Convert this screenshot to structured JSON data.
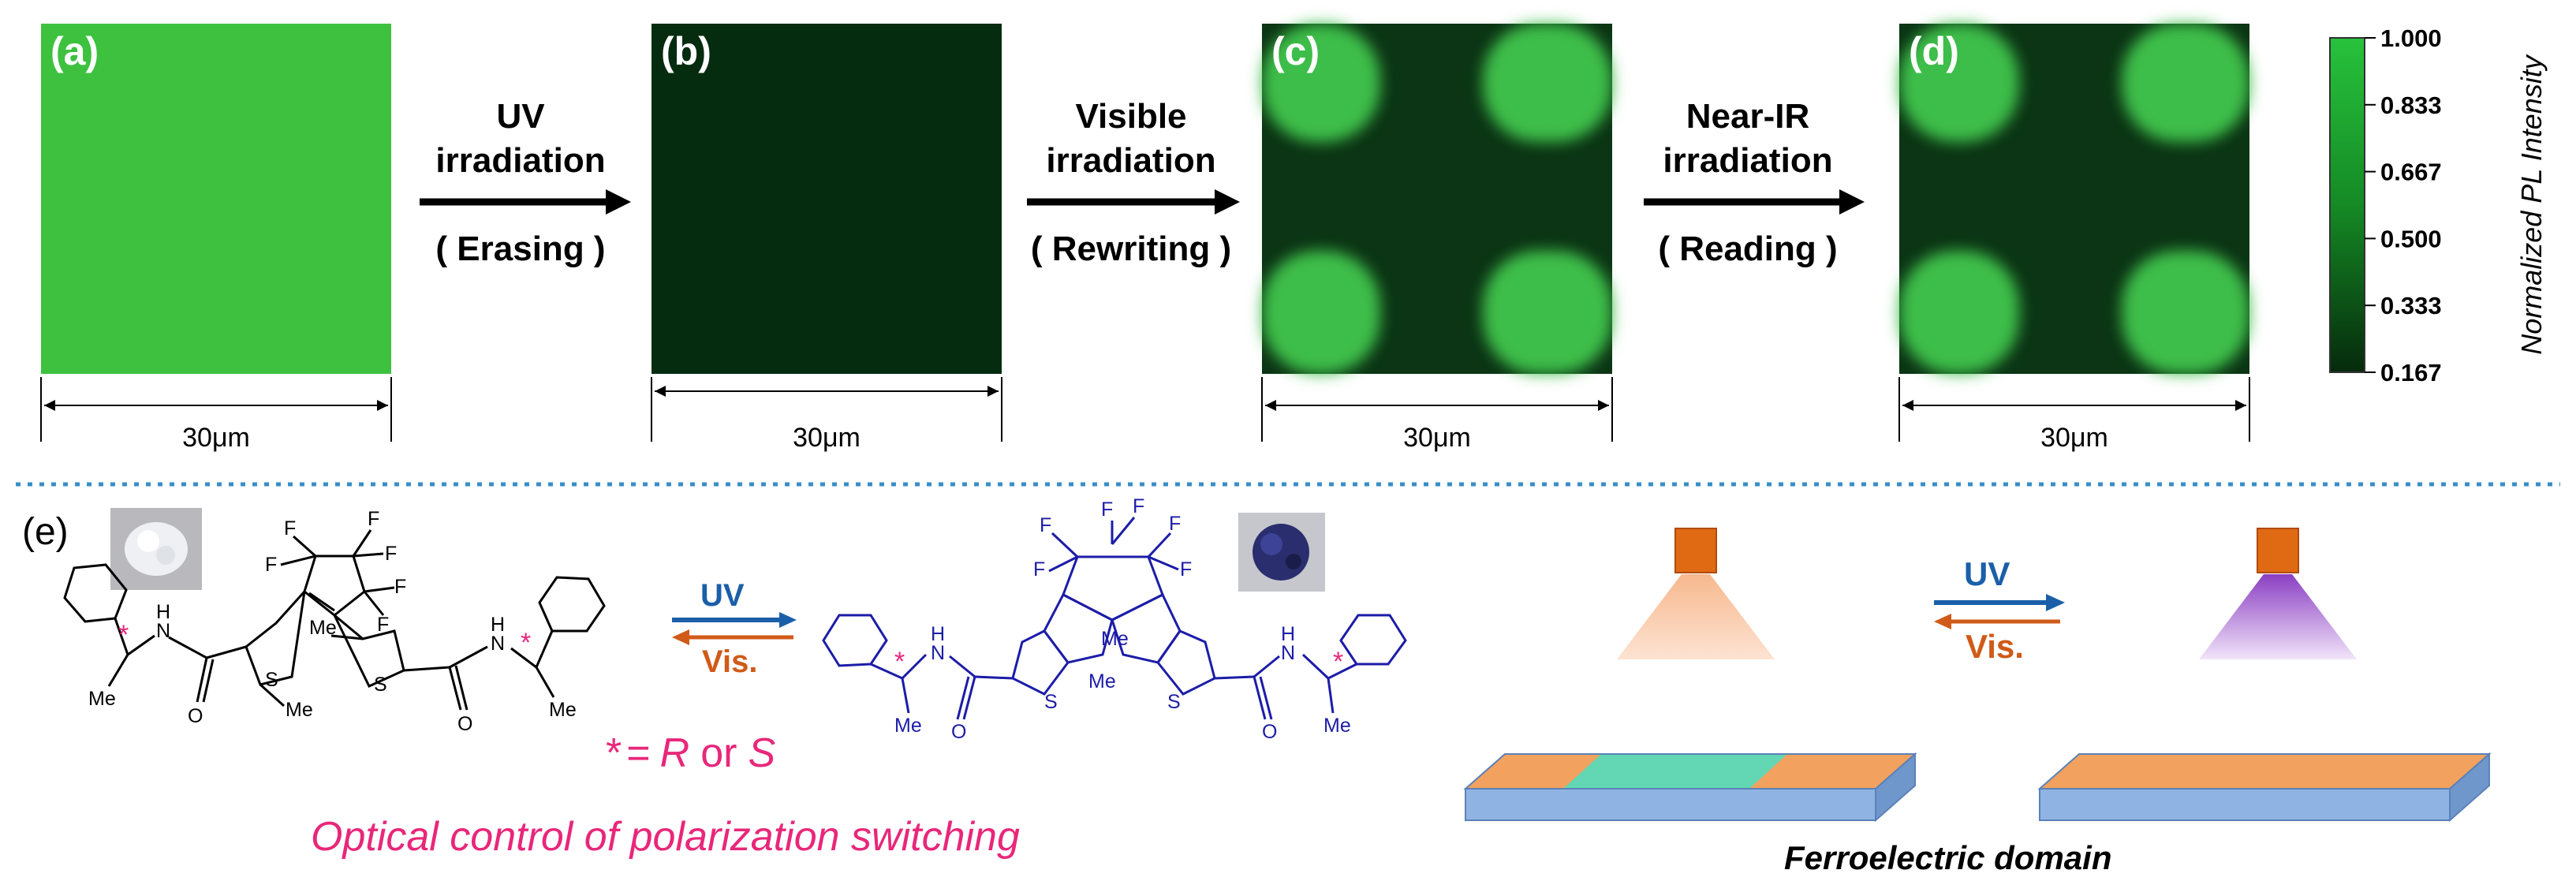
{
  "top": {
    "panels": [
      {
        "label": "(a)",
        "scale": "30μm"
      },
      {
        "label": "(b)",
        "scale": "30μm"
      },
      {
        "label": "(c)",
        "scale": "30μm"
      },
      {
        "label": "(d)",
        "scale": "30μm"
      }
    ],
    "arrows": [
      {
        "line1": "UV",
        "line2": "irradiation",
        "line3": "( Erasing )"
      },
      {
        "line1": "Visible",
        "line2": "irradiation",
        "line3": "( Rewriting )"
      },
      {
        "line1": "Near-IR",
        "line2": "irradiation",
        "line3": "( Reading )"
      }
    ],
    "colorbar": {
      "title": "Normalized PL Intensity",
      "ticks": [
        "1.000",
        "0.833",
        "0.667",
        "0.500",
        "0.333",
        "0.167"
      ],
      "color_high": "#27c23c",
      "color_low": "#062a0c"
    }
  },
  "bottom": {
    "label": "(e)",
    "uv": "UV",
    "vis": "Vis.",
    "uv_color": "#1a5fa8",
    "vis_color": "#d05a18",
    "rs_star": "*",
    "rs_eq": "=",
    "rs_r": "R",
    "rs_or": "or",
    "rs_s": "S",
    "caption_left": "Optical control of polarization switching",
    "caption_right": "Ferroelectric domain",
    "chem": {
      "F": "F",
      "N": "N",
      "H": "H",
      "O": "O",
      "S": "S",
      "Me": "Me",
      "star": "*"
    },
    "colors": {
      "accent_pink": "#e8277a",
      "open_form": "#000000",
      "closed_form": "#1c1ca8",
      "domain_orange": "#f2a25e",
      "domain_teal": "#63d6b4",
      "substrate_blue": "#8fb4e3"
    }
  }
}
